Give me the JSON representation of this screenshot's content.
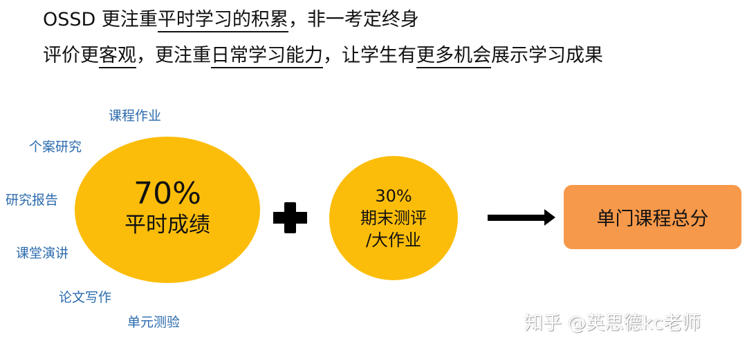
{
  "headline": {
    "line1": {
      "prefix": "OSSD 更注重",
      "underlined": "平时学习的积累",
      "suffix": "，非一考定终身"
    },
    "line2": {
      "part1": "评价更",
      "u1": "客观",
      "part2": "，更注重",
      "u2": "日常学习能力",
      "part3": "，让学生有",
      "u3": "更多机会",
      "part4": "展示学习成果"
    }
  },
  "components": {
    "tags": [
      "课程作业",
      "个案研究",
      "研究报告",
      "课堂演讲",
      "论文写作",
      "单元测验"
    ],
    "regular": {
      "percent": "70%",
      "label": "平时成绩"
    },
    "final": {
      "percent": "30%",
      "label_line1": "期末测评",
      "label_line2": "/大作业"
    },
    "operator": "plus",
    "result": {
      "label": "单门课程总分"
    }
  },
  "colors": {
    "circle_fill": "#fcbd0a",
    "result_fill": "#f7994a",
    "tag_text": "#2a6aad"
  },
  "icons": {
    "plus": "plus-icon",
    "arrow": "arrow-right-icon"
  },
  "watermark": "知乎 @英思德kc老师"
}
